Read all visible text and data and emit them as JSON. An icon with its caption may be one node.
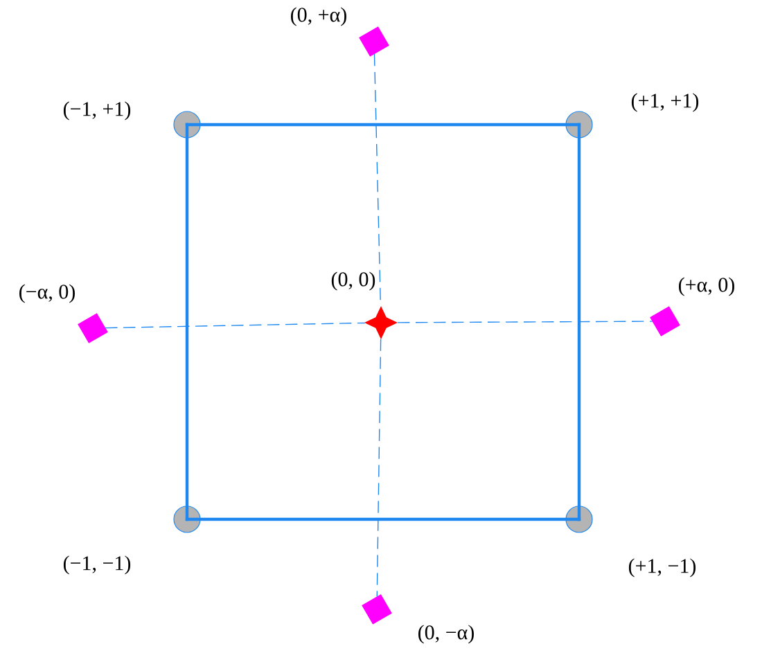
{
  "diagram": {
    "nodes": [
      {
        "text": [],
        "shape": "circle",
        "beside": [
          "(−1, +1)"
        ]
      },
      {
        "text": [],
        "shape": "circle",
        "beside": [
          "(+1, +1)"
        ]
      },
      {
        "text": [],
        "shape": "circle",
        "beside": [
          "(−1, −1)"
        ]
      },
      {
        "text": [],
        "shape": "circle",
        "beside": [
          "(+1, −1)"
        ]
      },
      {
        "text": [],
        "shape": "box",
        "beside": [
          "(0, +α)"
        ]
      },
      {
        "text": [],
        "shape": "box",
        "beside": [
          "(−α, 0)"
        ]
      },
      {
        "text": [],
        "shape": "star",
        "beside": [
          "(0, 0)"
        ]
      },
      {
        "text": [],
        "shape": "box",
        "beside": [
          "(+α, 0)"
        ]
      },
      {
        "text": [],
        "shape": "box",
        "beside": [
          "(0, −α)"
        ]
      }
    ],
    "edges": [
      {
        "from": 0,
        "to": 1,
        "arrow": "none",
        "style": "thick"
      },
      {
        "from": 1,
        "to": 3,
        "arrow": "none",
        "style": "thick"
      },
      {
        "from": 3,
        "to": 2,
        "arrow": "none",
        "style": "thick"
      },
      {
        "from": 2,
        "to": 0,
        "arrow": "none",
        "style": "thick"
      },
      {
        "from": 4,
        "to": 6,
        "arrow": "none",
        "style": "dashed"
      },
      {
        "from": 6,
        "to": 8,
        "arrow": "none",
        "style": "dashed"
      },
      {
        "from": 5,
        "to": 6,
        "arrow": "none",
        "style": "dashed"
      },
      {
        "from": 6,
        "to": 7,
        "arrow": "none",
        "style": "dashed"
      }
    ]
  }
}
